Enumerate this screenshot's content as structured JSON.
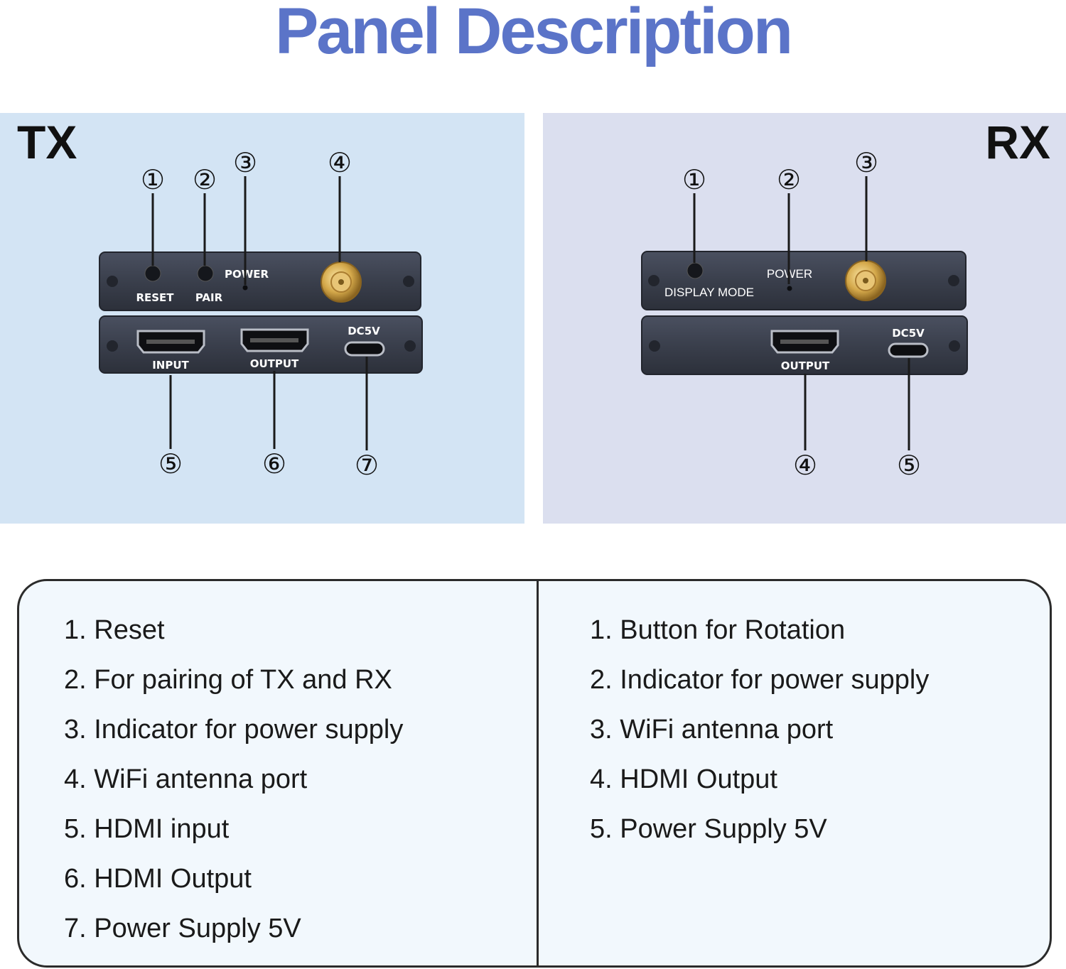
{
  "title": "Panel Description",
  "colors": {
    "title": "#5b74c8",
    "tx_background": "#d3e4f4",
    "rx_background": "#dbdfef",
    "device_body": "#3b4150",
    "antenna_gold": "#d4a84a"
  },
  "tx": {
    "label": "TX",
    "callouts": [
      "①",
      "②",
      "③",
      "④",
      "⑤",
      "⑥",
      "⑦"
    ],
    "device_labels": {
      "reset": "RESET",
      "pair": "PAIR",
      "power": "POWER",
      "input": "INPUT",
      "output": "OUTPUT",
      "dc": "DC5V"
    },
    "descriptions": [
      "1. Reset",
      "2. For pairing of TX and RX",
      "3. Indicator for power supply",
      "4. WiFi antenna port",
      "5. HDMI input",
      "6. HDMI Output",
      "7. Power Supply 5V"
    ]
  },
  "rx": {
    "label": "RX",
    "callouts": [
      "①",
      "②",
      "③",
      "④",
      "⑤"
    ],
    "device_labels": {
      "display_mode": "DISPLAY MODE",
      "power": "POWER",
      "output": "OUTPUT",
      "dc": "DC5V"
    },
    "descriptions": [
      "1. Button for Rotation",
      "2. Indicator for power supply",
      "3. WiFi antenna port",
      "4. HDMI Output",
      "5. Power Supply 5V"
    ]
  }
}
